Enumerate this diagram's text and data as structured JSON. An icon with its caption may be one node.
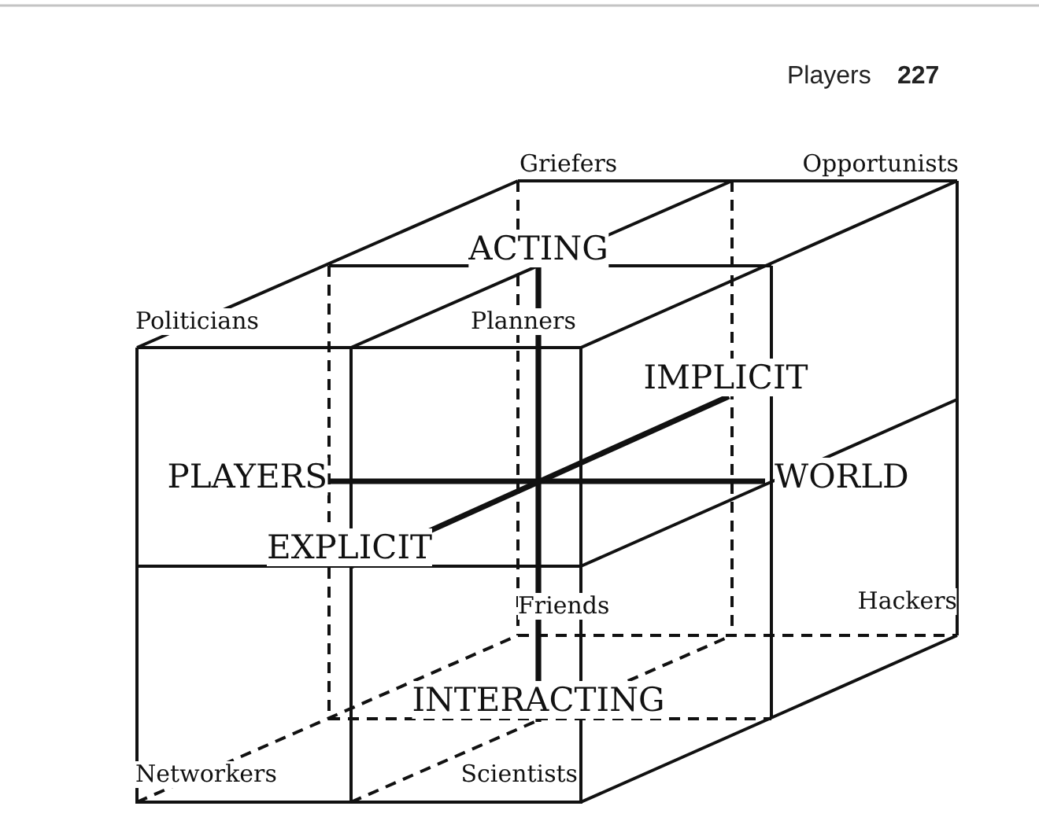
{
  "diagram": {
    "labels": [
      "Players",
      "227",
      "Griefers",
      "Opportunists",
      "ACTING",
      "Politicians",
      "Planners",
      "IMPLICIT",
      "PLAYERS",
      "WORLD",
      "EXPLICIT",
      "Friends",
      "Hackers",
      "INTERACTING",
      "Networkers",
      "Scientists"
    ]
  }
}
